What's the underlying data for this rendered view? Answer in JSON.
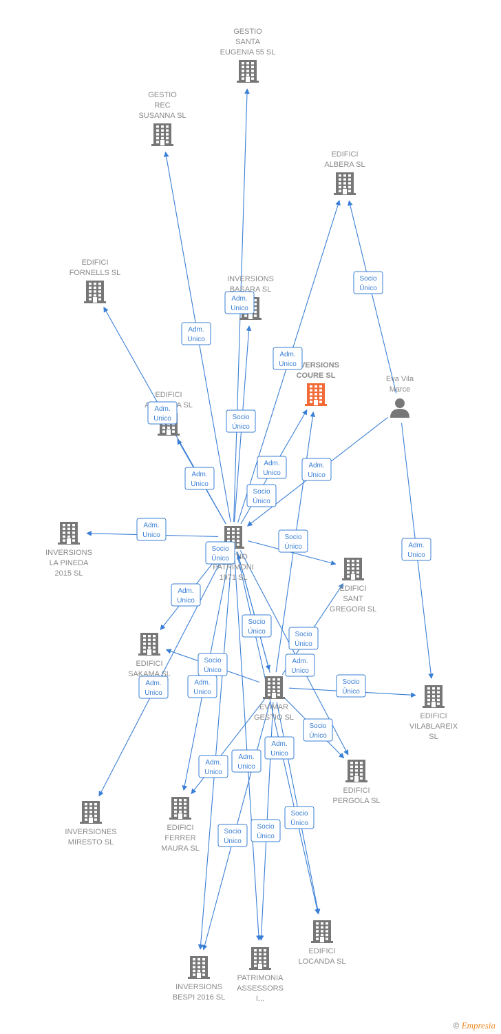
{
  "colors": {
    "edge": "#3a7fd5",
    "building": "#777777",
    "building_focus": "#f26a36",
    "person": "#777777",
    "label": "#8a8a8a"
  },
  "nodes": [
    {
      "id": "gestio_santa_eugenia",
      "kind": "company",
      "lines": [
        "GESTIO",
        "SANTA",
        "EUGENIA 55 SL"
      ]
    },
    {
      "id": "gestio_rec_susanna",
      "kind": "company",
      "lines": [
        "GESTIO",
        "REC",
        "SUSANNA SL"
      ]
    },
    {
      "id": "edifici_albera",
      "kind": "company",
      "lines": [
        "EDIFICI",
        "ALBERA SL"
      ]
    },
    {
      "id": "edifici_fornells",
      "kind": "company",
      "lines": [
        "EDIFICI",
        "FORNELLS SL"
      ]
    },
    {
      "id": "inversions_basara",
      "kind": "company",
      "lines": [
        "INVERSIONS",
        "BASARA SL"
      ]
    },
    {
      "id": "inversions_coure",
      "kind": "company_focus",
      "lines": [
        "INVERSIONS",
        "COURE SL"
      ]
    },
    {
      "id": "eva_vila_marce",
      "kind": "person",
      "lines": [
        "Eva Vila",
        "Marce"
      ]
    },
    {
      "id": "edifici_arborea",
      "kind": "company",
      "lines": [
        "EDIFICI",
        "ARBOREA SL"
      ]
    },
    {
      "id": "inversions_la_pineda",
      "kind": "company",
      "lines": [
        "INVERSIONS",
        "LA PINEDA",
        "2015 SL"
      ]
    },
    {
      "id": "gestio_patrimoni",
      "kind": "company",
      "lines": [
        "GESTIO",
        "PATRIMONI",
        "1971 SL"
      ]
    },
    {
      "id": "edifici_sant_gregori",
      "kind": "company",
      "lines": [
        "EDIFICI",
        "SANT",
        "GREGORI SL"
      ]
    },
    {
      "id": "edifici_sakama",
      "kind": "company",
      "lines": [
        "EDIFICI",
        "SAKAMA SL"
      ]
    },
    {
      "id": "evimar_gestio",
      "kind": "company",
      "lines": [
        "EVIMAR",
        "GESTIO SL"
      ]
    },
    {
      "id": "edifici_vilablareix",
      "kind": "company",
      "lines": [
        "EDIFICI",
        "VILABLAREIX",
        "SL"
      ]
    },
    {
      "id": "edifici_pergola",
      "kind": "company",
      "lines": [
        "EDIFICI",
        "PERGOLA SL"
      ]
    },
    {
      "id": "inversiones_miresto",
      "kind": "company",
      "lines": [
        "INVERSIONES",
        "MIRESTO SL"
      ]
    },
    {
      "id": "edifici_ferrer_maura",
      "kind": "company",
      "lines": [
        "EDIFICI",
        "FERRER",
        "MAURA SL"
      ]
    },
    {
      "id": "edifici_locanda",
      "kind": "company",
      "lines": [
        "EDIFICI",
        "LOCANDA SL"
      ]
    },
    {
      "id": "inversions_bespi",
      "kind": "company",
      "lines": [
        "INVERSIONS",
        "BESPI 2016 SL"
      ]
    },
    {
      "id": "patrimonia_assessors",
      "kind": "company",
      "lines": [
        "PATRIMONIA",
        "ASSESSORS",
        "I..."
      ]
    }
  ],
  "edges": [
    {
      "from": "gestio_patrimoni",
      "to": "gestio_santa_eugenia",
      "label": [
        "Adm.",
        "Unico"
      ]
    },
    {
      "from": "gestio_patrimoni",
      "to": "gestio_rec_susanna",
      "label": [
        "Adm.",
        "Unico"
      ]
    },
    {
      "from": "gestio_patrimoni",
      "to": "edifici_albera",
      "label": [
        "Adm.",
        "Unico"
      ]
    },
    {
      "from": "eva_vila_marce",
      "to": "edifici_albera",
      "label": [
        "Socio",
        "Único"
      ]
    },
    {
      "from": "gestio_patrimoni",
      "to": "edifici_fornells",
      "label": [
        "Adm.",
        "Unico"
      ]
    },
    {
      "from": "gestio_patrimoni",
      "to": "inversions_basara",
      "label": [
        "Adm.",
        "Unico"
      ]
    },
    {
      "from": "gestio_patrimoni",
      "to": "inversions_coure",
      "label": [
        "Adm.",
        "Unico"
      ]
    },
    {
      "from": "gestio_patrimoni",
      "to": "edifici_arborea",
      "label": [
        "Adm.",
        "Unico"
      ]
    },
    {
      "from": "eva_vila_marce",
      "to": "gestio_patrimoni",
      "label": [
        "Adm.",
        "Unico"
      ]
    },
    {
      "from": "evimar_gestio",
      "to": "gestio_patrimoni",
      "label": [
        "Socio",
        "Único"
      ]
    },
    {
      "from": "eva_vila_marce",
      "to": "edifici_vilablareix",
      "label": [
        "Adm.",
        "Unico"
      ]
    },
    {
      "from": "gestio_patrimoni",
      "to": "inversions_la_pineda",
      "label": [
        "Adm.",
        "Unico"
      ]
    },
    {
      "from": "gestio_patrimoni",
      "to": "edifici_sant_gregori",
      "label": [
        "Socio",
        "Único"
      ]
    },
    {
      "from": "gestio_patrimoni",
      "to": "edifici_sakama",
      "label": [
        "Adm.",
        "Unico"
      ]
    },
    {
      "from": "evimar_gestio",
      "to": "edifici_sant_gregori",
      "label": [
        "Socio",
        "Único"
      ]
    },
    {
      "from": "evimar_gestio",
      "to": "edifici_vilablareix",
      "label": [
        "Socio",
        "Único"
      ]
    },
    {
      "from": "evimar_gestio",
      "to": "edifici_sakama",
      "label": [
        "Socio",
        "Único"
      ]
    },
    {
      "from": "gestio_patrimoni",
      "to": "inversiones_miresto",
      "label": [
        "Adm.",
        "Unico"
      ]
    },
    {
      "from": "evimar_gestio",
      "to": "edifici_pergola",
      "label": [
        "Socio",
        "Único"
      ]
    },
    {
      "from": "gestio_patrimoni",
      "to": "edifici_pergola",
      "label": [
        "Adm.",
        "Unico"
      ]
    },
    {
      "from": "gestio_patrimoni",
      "to": "edifici_ferrer_maura",
      "label": [
        "Adm.",
        "Unico"
      ]
    },
    {
      "from": "evimar_gestio",
      "to": "edifici_ferrer_maura",
      "label": [
        "Adm.",
        "Unico"
      ]
    },
    {
      "from": "evimar_gestio",
      "to": "inversions_bespi",
      "label": [
        "Socio",
        "Único"
      ]
    },
    {
      "from": "gestio_patrimoni",
      "to": "inversions_bespi",
      "label": [
        "Socio",
        "Único"
      ]
    },
    {
      "from": "evimar_gestio",
      "to": "patrimonia_assessors",
      "label": [
        "Socio",
        "Único"
      ]
    },
    {
      "from": "gestio_patrimoni",
      "to": "patrimonia_assessors",
      "label": [
        "Adm.",
        "Unico"
      ]
    },
    {
      "from": "evimar_gestio",
      "to": "edifici_locanda",
      "label": [
        "Socio",
        "Único"
      ]
    },
    {
      "from": "gestio_patrimoni",
      "to": "edifici_locanda",
      "label": [
        "Adm.",
        "Unico"
      ]
    },
    {
      "from": "gestio_patrimoni",
      "to": "evimar_gestio",
      "label": [
        "Socio",
        "Único"
      ]
    },
    {
      "from": "evimar_gestio",
      "to": "inversions_coure",
      "label": [
        "Socio",
        "Único"
      ]
    }
  ],
  "footer": {
    "copyright": "©",
    "brand": "Empresia"
  }
}
